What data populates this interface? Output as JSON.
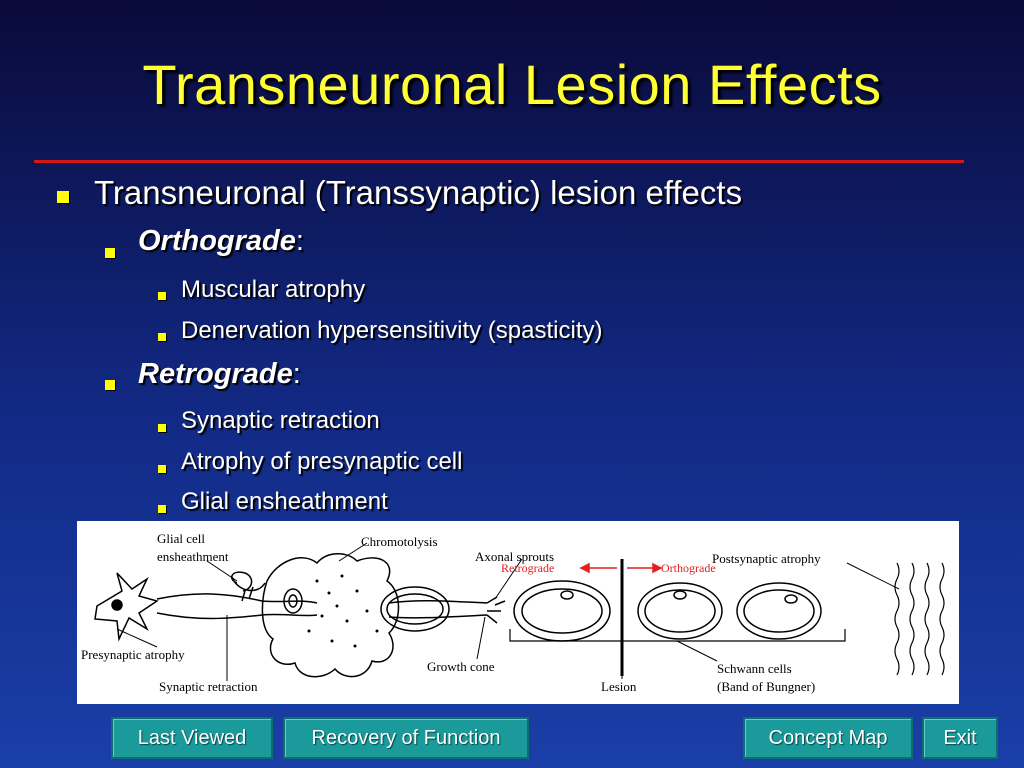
{
  "slide": {
    "title": "Transneuronal Lesion Effects"
  },
  "bullets": {
    "main": "Transneuronal (Transsynaptic) lesion effects",
    "orthograde": {
      "label": "Orthograde",
      "colon": ":",
      "items": [
        "Muscular atrophy",
        "Denervation hypersensitivity (spasticity)"
      ]
    },
    "retrograde": {
      "label": "Retrograde",
      "colon": ":",
      "items": [
        "Synaptic retraction",
        "Atrophy of presynaptic cell",
        "Glial ensheathment"
      ]
    }
  },
  "figure": {
    "labels": {
      "glial_cell": "Glial cell",
      "ensheathment": "ensheathment",
      "chromotolysis": "Chromotolysis",
      "axonal_sprouts": "Axonal sprouts",
      "retrograde": "Retrograde",
      "orthograde": "Orthograde",
      "postsynaptic_atrophy": "Postsynaptic atrophy",
      "presynaptic_atrophy": "Presynaptic atrophy",
      "growth_cone": "Growth cone",
      "schwann_cells": "Schwann cells",
      "band_of_bungner": "(Band of Bungner)",
      "lesion": "Lesion",
      "synaptic_retraction": "Synaptic retraction"
    },
    "arrow_color": "#e02020"
  },
  "nav": {
    "last_viewed": "Last Viewed",
    "recovery": "Recovery of Function",
    "concept_map": "Concept Map",
    "exit": "Exit"
  },
  "colors": {
    "title": "#ffff33",
    "bullet": "#ffff00",
    "rule": "#d01818",
    "button": "#1a9a9a"
  }
}
